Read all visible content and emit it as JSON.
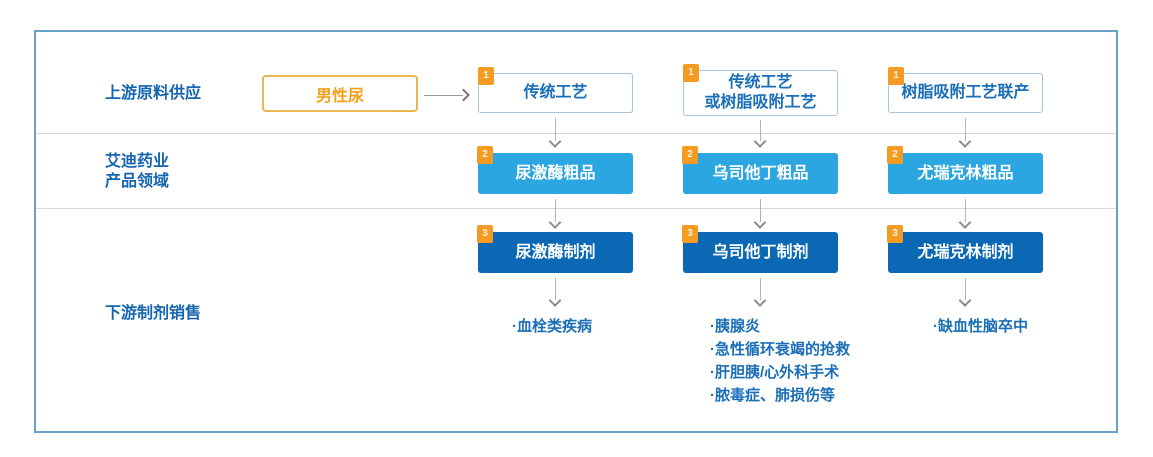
{
  "diagram": {
    "row_labels": {
      "upstream": "上游原料供应",
      "company": "艾迪药业\n产品领域",
      "downstream": "下游制剂销售"
    },
    "source": {
      "label": "男性尿"
    },
    "columns": [
      {
        "process": {
          "badge": "1",
          "label": "传统工艺"
        },
        "crude": {
          "badge": "2",
          "label": "尿激酶粗品"
        },
        "formulation": {
          "badge": "3",
          "label": "尿激酶制剂"
        },
        "indications": [
          "·血栓类疾病"
        ]
      },
      {
        "process": {
          "badge": "1",
          "label": "传统工艺\n或树脂吸附工艺"
        },
        "crude": {
          "badge": "2",
          "label": "乌司他丁粗品"
        },
        "formulation": {
          "badge": "3",
          "label": "乌司他丁制剂"
        },
        "indications": [
          "·胰腺炎",
          "·急性循环衰竭的抢救",
          "·肝胆胰/心外科手术",
          "·脓毒症、肺损伤等"
        ]
      },
      {
        "process": {
          "badge": "1",
          "label": "树脂吸附工艺联产"
        },
        "crude": {
          "badge": "2",
          "label": "尤瑞克林粗品"
        },
        "formulation": {
          "badge": "3",
          "label": "尤瑞克林制剂"
        },
        "indications": [
          "·缺血性脑卒中"
        ]
      }
    ],
    "colors": {
      "frame_border": "#6aa1c8",
      "divider": "#d9d9d9",
      "label_blue": "#1565b0",
      "process_border": "#a6c5de",
      "process_text": "#1a6fb8",
      "crude_fill": "#2ca6e0",
      "formulation_fill": "#0a68b5",
      "badge_orange": "#f59b22",
      "source_border": "#eab552",
      "source_text": "#f5a01b",
      "arrow_gray": "#8d8d8d"
    }
  }
}
